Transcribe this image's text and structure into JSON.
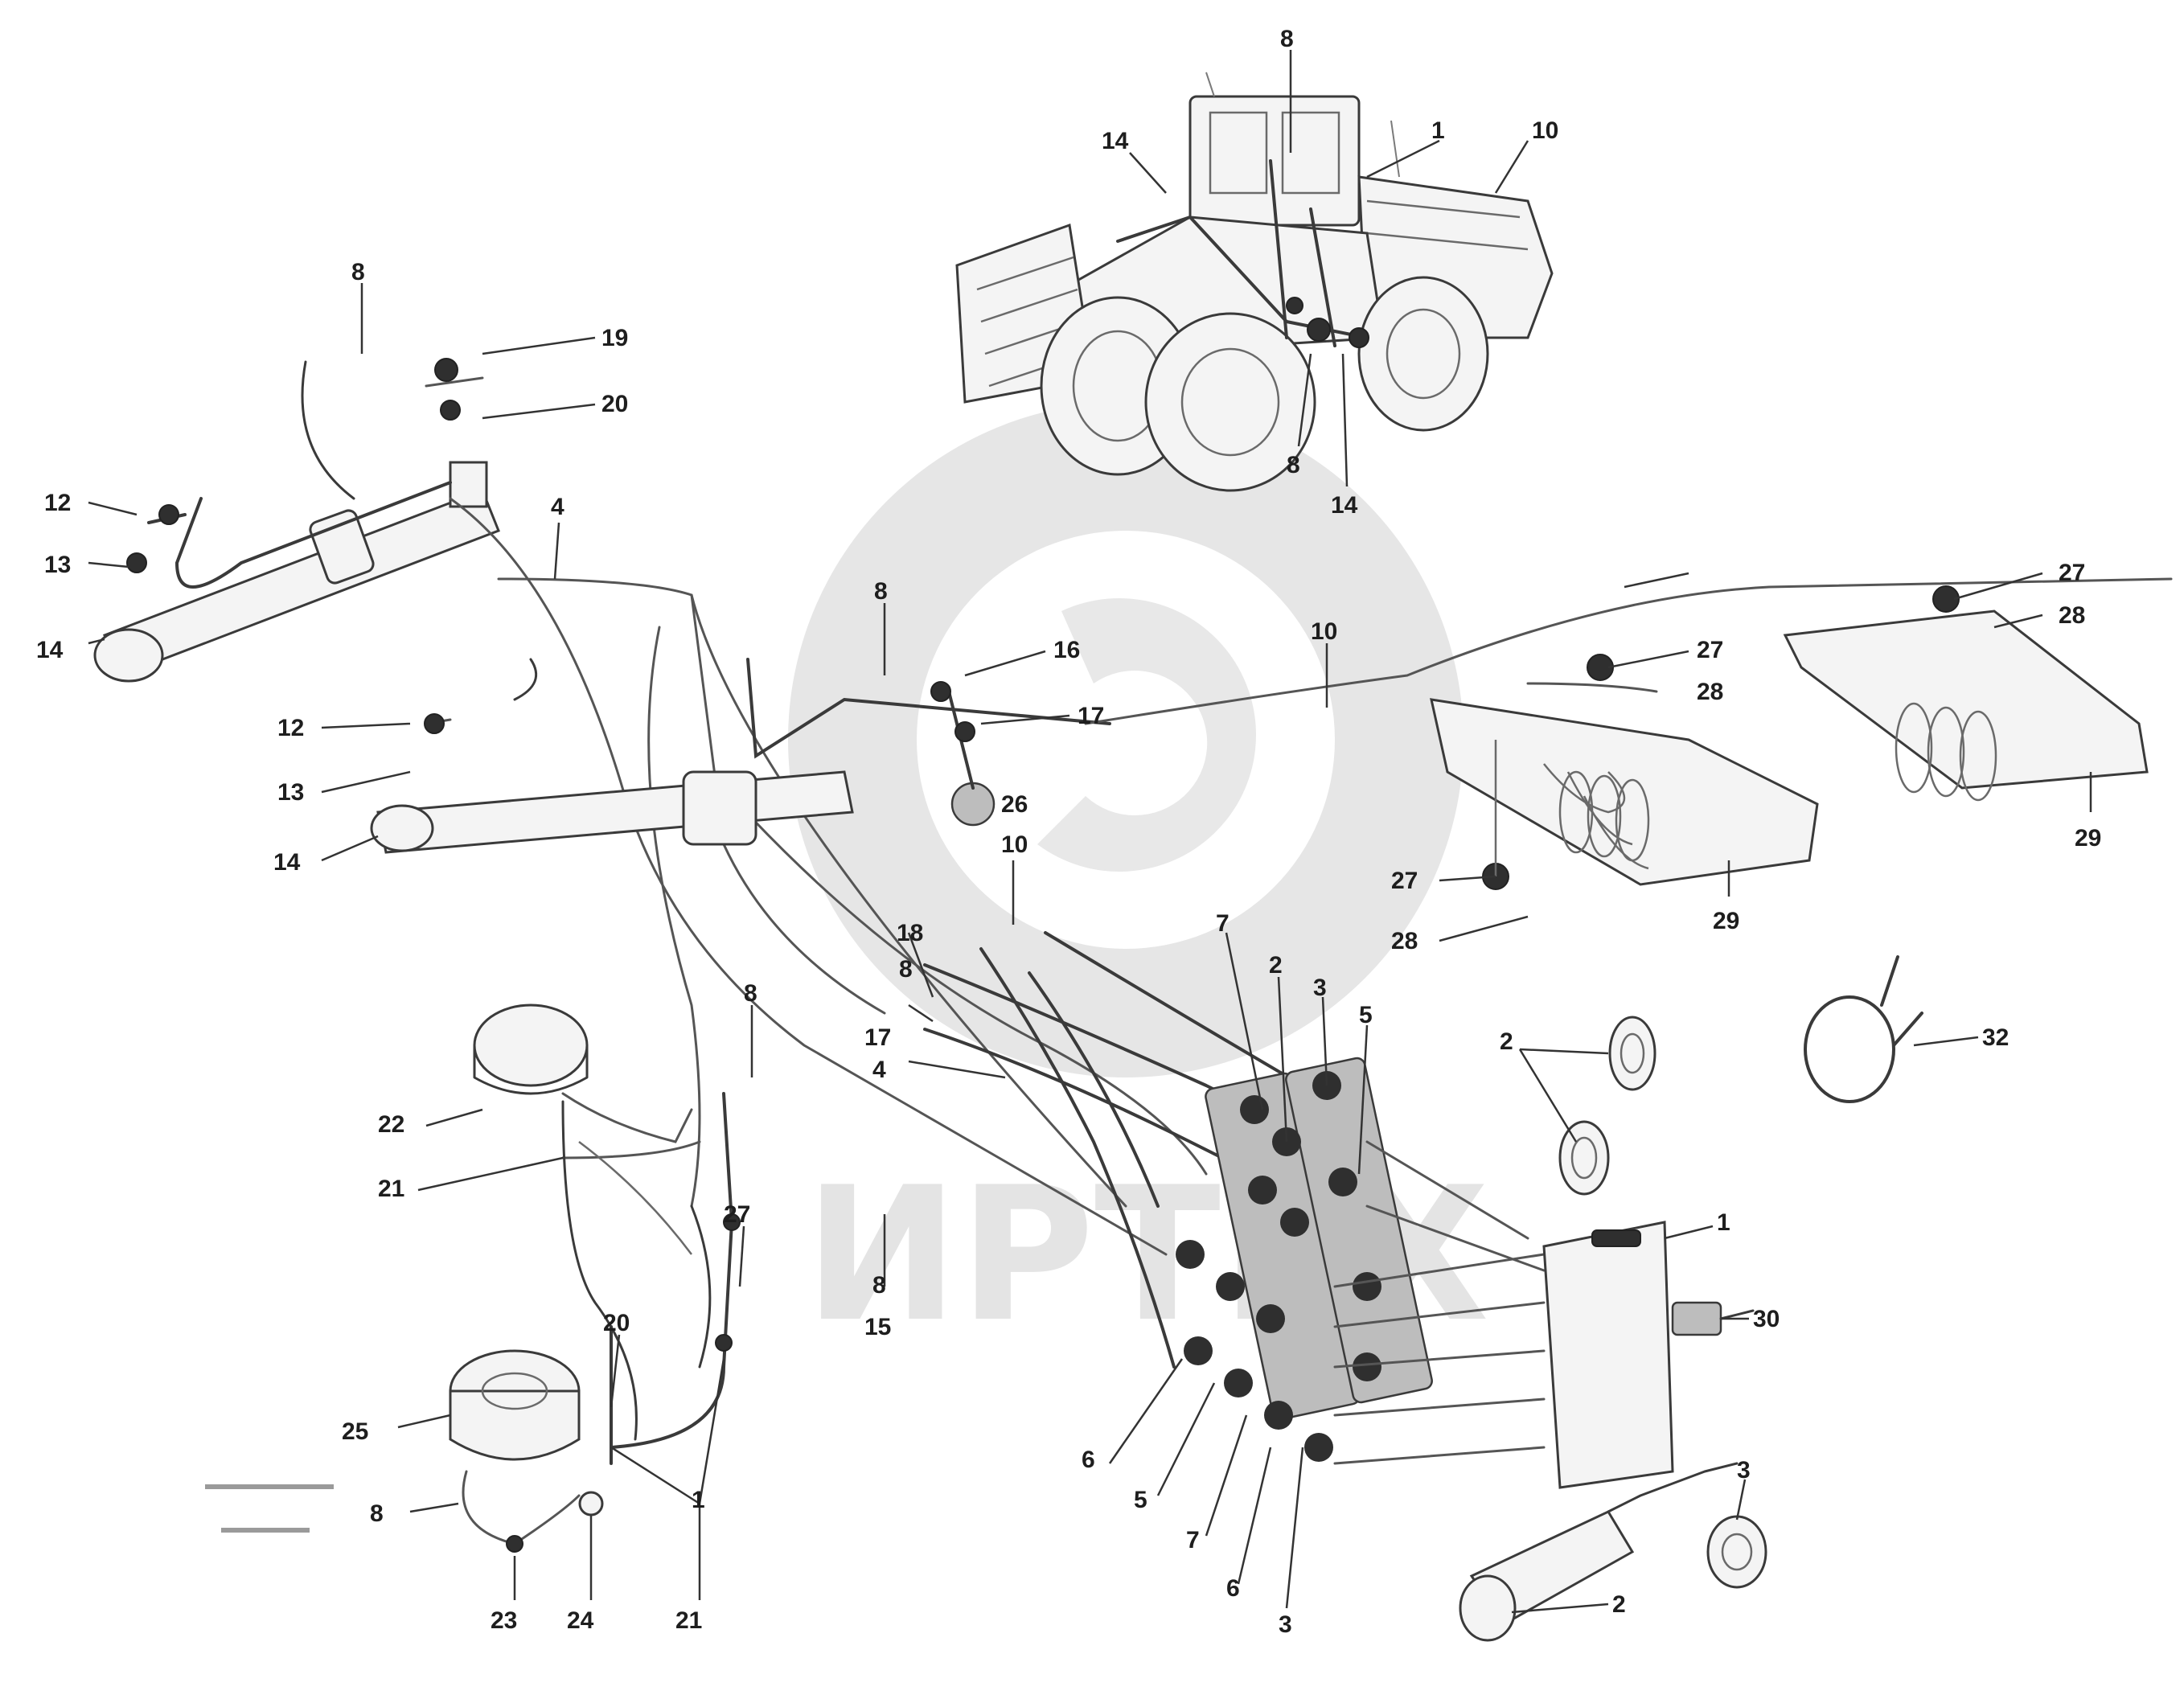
{
  "watermark": {
    "text": "ИРТЕХ",
    "color": "#e4e4e4"
  },
  "drawing_code": {
    "line1": "",
    "line2": "",
    "line3": ""
  },
  "labels": [
    {
      "id": "l-8-top",
      "text": "8"
    },
    {
      "id": "l-1-top",
      "text": "1"
    },
    {
      "id": "l-10-top",
      "text": "10"
    },
    {
      "id": "l-14-top",
      "text": "14"
    },
    {
      "id": "l-8-mach",
      "text": "8"
    },
    {
      "id": "l-14-mach",
      "text": "14"
    },
    {
      "id": "l-8-left",
      "text": "8"
    },
    {
      "id": "l-19-left",
      "text": "19"
    },
    {
      "id": "l-20-left",
      "text": "20"
    },
    {
      "id": "l-12-a",
      "text": "12"
    },
    {
      "id": "l-13-a",
      "text": "13"
    },
    {
      "id": "l-14-a",
      "text": "14"
    },
    {
      "id": "l-4-left",
      "text": "4"
    },
    {
      "id": "l-12-b",
      "text": "12"
    },
    {
      "id": "l-13-b",
      "text": "13"
    },
    {
      "id": "l-14-b",
      "text": "14"
    },
    {
      "id": "l-8-mid",
      "text": "8"
    },
    {
      "id": "l-16-mid",
      "text": "16"
    },
    {
      "id": "l-17-mid",
      "text": "17"
    },
    {
      "id": "l-10-mid",
      "text": "10"
    },
    {
      "id": "l-27-a",
      "text": "27"
    },
    {
      "id": "l-28-a",
      "text": "28"
    },
    {
      "id": "l-27-b",
      "text": "27"
    },
    {
      "id": "l-28-b",
      "text": "28"
    },
    {
      "id": "l-29-a",
      "text": "29"
    },
    {
      "id": "l-27-c",
      "text": "27"
    },
    {
      "id": "l-28-c",
      "text": "28"
    },
    {
      "id": "l-29-b",
      "text": "29"
    },
    {
      "id": "l-26",
      "text": "26"
    },
    {
      "id": "l-10-c",
      "text": "10"
    },
    {
      "id": "l-18",
      "text": "18"
    },
    {
      "id": "l-8-c",
      "text": "8"
    },
    {
      "id": "l-17-c",
      "text": "17"
    },
    {
      "id": "l-4-c",
      "text": "4"
    },
    {
      "id": "l-8-d",
      "text": "8"
    },
    {
      "id": "l-22",
      "text": "22"
    },
    {
      "id": "l-21-left",
      "text": "21"
    },
    {
      "id": "l-27-d",
      "text": "27"
    },
    {
      "id": "l-20-low",
      "text": "20"
    },
    {
      "id": "l-25",
      "text": "25"
    },
    {
      "id": "l-8-low",
      "text": "8"
    },
    {
      "id": "l-23",
      "text": "23"
    },
    {
      "id": "l-24",
      "text": "24"
    },
    {
      "id": "l-21-low",
      "text": "21"
    },
    {
      "id": "l-1-low",
      "text": "1"
    },
    {
      "id": "l-8-e",
      "text": "8"
    },
    {
      "id": "l-15",
      "text": "15"
    },
    {
      "id": "l-7-a",
      "text": "7"
    },
    {
      "id": "l-2-a",
      "text": "2"
    },
    {
      "id": "l-3-a",
      "text": "3"
    },
    {
      "id": "l-5-a",
      "text": "5"
    },
    {
      "id": "l-6-a",
      "text": "6"
    },
    {
      "id": "l-5-b",
      "text": "5"
    },
    {
      "id": "l-7-b",
      "text": "7"
    },
    {
      "id": "l-6-b",
      "text": "6"
    },
    {
      "id": "l-3-b",
      "text": "3"
    },
    {
      "id": "l-2-right",
      "text": "2"
    },
    {
      "id": "l-1-right",
      "text": "1"
    },
    {
      "id": "l-30",
      "text": "30"
    },
    {
      "id": "l-3-right",
      "text": "3"
    },
    {
      "id": "l-2-bot",
      "text": "2"
    },
    {
      "id": "l-32",
      "text": "32"
    }
  ]
}
